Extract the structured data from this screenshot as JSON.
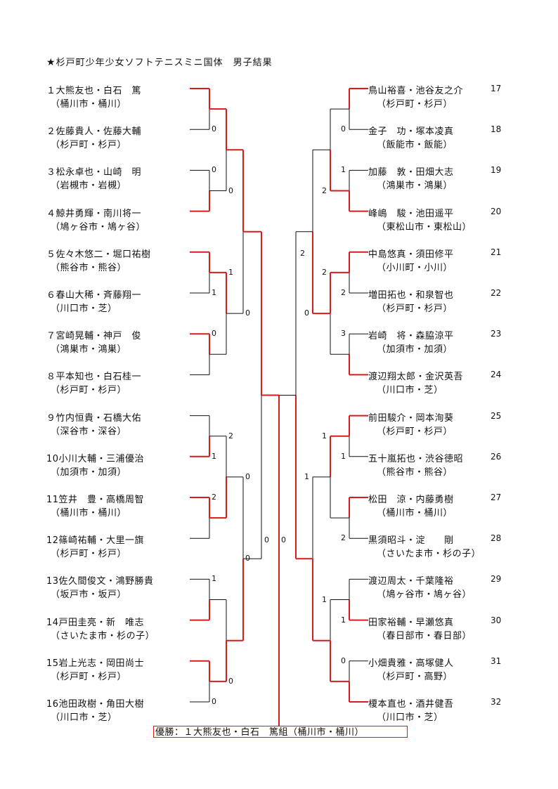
{
  "title": "杉戸町少年少女ソフトテニスミニ国体　男子結果",
  "colors": {
    "win": "#d81b1b",
    "lose": "#111111"
  },
  "left_players": [
    {
      "name": "１大熊友也・白石　篤",
      "club": "（桶川市・桶川）"
    },
    {
      "name": "２佐藤貴人・佐藤大輔",
      "club": "（杉戸町・杉戸）"
    },
    {
      "name": "３松永卓也・山崎　明",
      "club": "（岩槻市・岩槻）"
    },
    {
      "name": "４鯨井勇輝・南川将一",
      "club": "（鳩ヶ谷市・鳩ヶ谷）"
    },
    {
      "name": "５佐々木悠二・堀口祐樹",
      "club": "（熊谷市・熊谷）"
    },
    {
      "name": "６春山大稀・斉藤翔一",
      "club": "（川口市・芝）"
    },
    {
      "name": "７宮崎晃輔・神戸　俊",
      "club": "（鴻巣市・鴻巣）"
    },
    {
      "name": "８平本知也・白石桂一",
      "club": "（杉戸町・杉戸）"
    },
    {
      "name": "９竹内恒貴・石橋大佑",
      "club": "（深谷市・深谷）"
    },
    {
      "name": "10小川大輔・三浦優治",
      "club": "（加須市・加須）"
    },
    {
      "name": "11笠井　豊・高橋周智",
      "club": "（桶川市・桶川）"
    },
    {
      "name": "12篠崎祐輔・大里一旗",
      "club": "（杉戸町・杉戸）"
    },
    {
      "name": "13佐久間俊文・鴻野勝貴",
      "club": "（坂戸市・坂戸）"
    },
    {
      "name": "14戸田圭亮・新　唯志",
      "club": "（さいたま市・杉の子）"
    },
    {
      "name": "15岩上光志・岡田尚士",
      "club": "（杉戸町・杉戸）"
    },
    {
      "name": "16池田政樹・角田大樹",
      "club": "（川口市・芝）"
    }
  ],
  "right_players": [
    {
      "name": "鳥山裕喜・池谷友之介",
      "num": "17",
      "club": "（杉戸町・杉戸）"
    },
    {
      "name": "金子　功・塚本凌真",
      "num": "18",
      "club": "（飯能市・飯能）"
    },
    {
      "name": "加藤　敦・田畑大志",
      "num": "19",
      "club": "（鴻巣市・鴻巣）"
    },
    {
      "name": "峰嶋　駿・池田遥平",
      "num": "20",
      "club": "（東松山市・東松山）"
    },
    {
      "name": "中島悠真・須田修平",
      "num": "21",
      "club": "（小川町・小川）"
    },
    {
      "name": "増田拓也・和泉智也",
      "num": "22",
      "club": "（杉戸町・杉戸）"
    },
    {
      "name": "岩崎　将・森脇涼平",
      "num": "23",
      "club": "（加須市・加須）"
    },
    {
      "name": "渡辺翔太郎・金沢英吾",
      "num": "24",
      "club": "（川口市・芝）"
    },
    {
      "name": "前田駿介・岡本洵葵",
      "num": "25",
      "club": "（杉戸町・杉戸）"
    },
    {
      "name": "五十嵐拓也・渋谷徳昭",
      "num": "26",
      "club": "（熊谷市・熊谷）"
    },
    {
      "name": "松田　涼・内藤勇樹",
      "num": "27",
      "club": "（桶川市・桶川）"
    },
    {
      "name": "黒須昭斗・淀　　剛",
      "num": "28",
      "club": "（さいたま市・杉の子）"
    },
    {
      "name": "渡辺周太・千葉隆裕",
      "num": "29",
      "club": "（鳩ヶ谷市・鳩ヶ谷）"
    },
    {
      "name": "田家裕輔・早瀬悠真",
      "num": "30",
      "club": "（春日部市・春日部）"
    },
    {
      "name": "小畑貴雅・高塚健人",
      "num": "31",
      "club": "（杉戸町・高野）"
    },
    {
      "name": "榎本直也・酒井健吾",
      "num": "32",
      "club": "（川口市・芝）"
    }
  ],
  "scores": {
    "left_r1": [
      "",
      "0",
      "0",
      "",
      "",
      "1",
      "0",
      "",
      "",
      "1",
      "2",
      "",
      "1",
      "",
      "",
      "0"
    ],
    "left_r2": [
      "",
      "0",
      "1",
      "",
      "2",
      "",
      "",
      "0"
    ],
    "right_r1": [
      "",
      "0",
      "1",
      "",
      "",
      "2",
      "3",
      "",
      "",
      "1",
      "",
      "2",
      "",
      "1",
      "0",
      ""
    ],
    "right_r2": [
      "",
      "2",
      "2",
      "",
      "1",
      "",
      "1",
      ""
    ],
    "left_r3": [
      "",
      "0",
      "0",
      ""
    ],
    "right_r3": [
      "",
      "0",
      "1",
      ""
    ],
    "left_sf": "0",
    "right_sf": "2",
    "final_left": "0",
    "final_right": "0"
  },
  "champion": "優勝：１大熊友也・白石　篤組（桶川市・桶川）"
}
